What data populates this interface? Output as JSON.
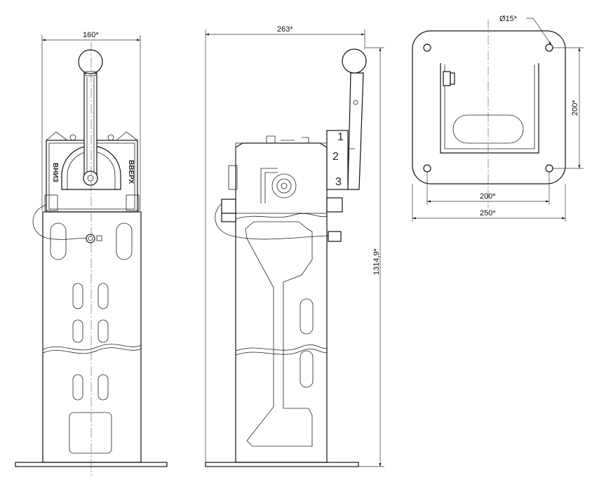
{
  "dimensions": {
    "front_width": "160*",
    "side_width": "263*",
    "total_height": "1314,9*",
    "hole_diameter": "Ø15*",
    "flange_hole_spacing_vertical": "200*",
    "flange_hole_spacing_horizontal": "200*",
    "flange_width": "250*"
  },
  "labels": {
    "down": "ВНИЗ",
    "up": "ВВЕРХ",
    "pos_1": "1",
    "pos_2": "2",
    "pos_3": "3"
  },
  "colors": {
    "line": "#111111",
    "background": "#ffffff"
  }
}
